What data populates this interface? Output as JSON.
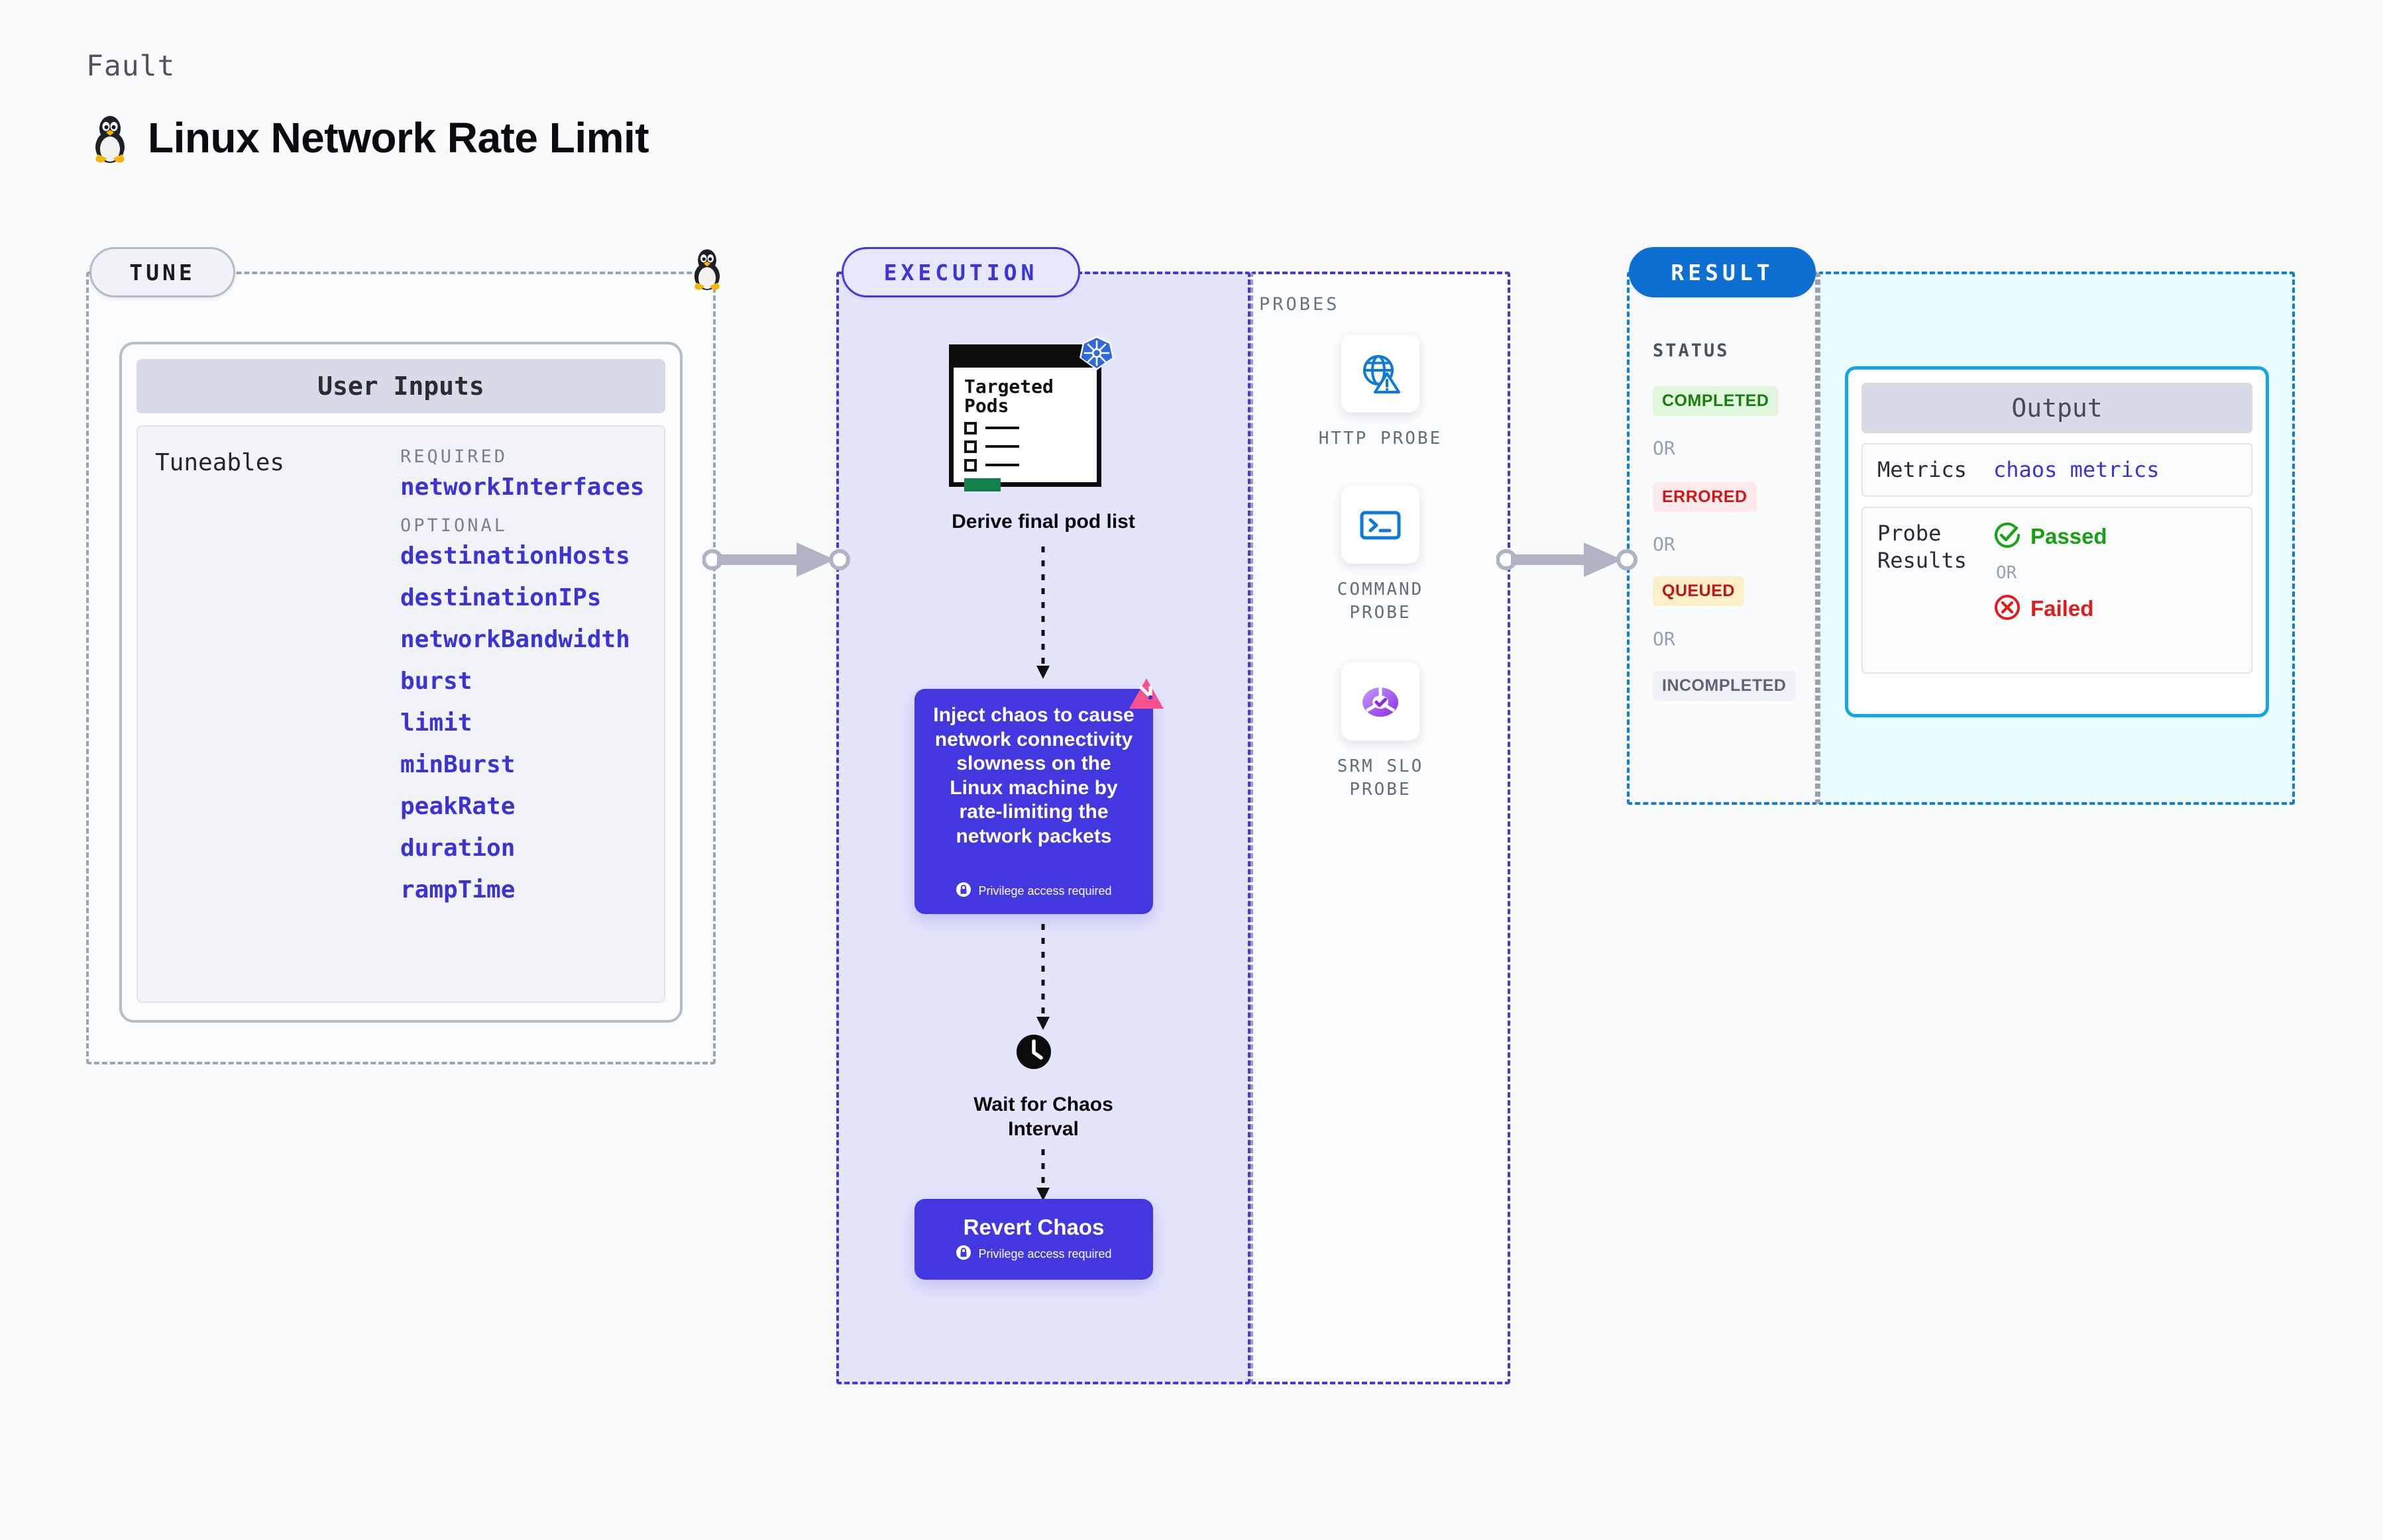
{
  "header": {
    "eyebrow": "Fault",
    "title": "Linux Network Rate Limit",
    "icon": "linux-tux-icon"
  },
  "sections": {
    "tune": {
      "pill_label": "TUNE"
    },
    "execution": {
      "pill_label": "EXECUTION"
    },
    "probes": {
      "label": "PROBES"
    },
    "result": {
      "pill_label": "RESULT"
    }
  },
  "tune": {
    "card_title": "User Inputs",
    "tuneables_label": "Tuneables",
    "required_label": "REQUIRED",
    "required": [
      "networkInterfaces"
    ],
    "optional_label": "OPTIONAL",
    "optional": [
      "destinationHosts",
      "destinationIPs",
      "networkBandwidth",
      "burst",
      "limit",
      "minBurst",
      "peakRate",
      "duration",
      "rampTime"
    ]
  },
  "execution": {
    "pods_card": {
      "title_line1": "Targeted",
      "title_line2": "Pods",
      "badge_icon": "kubernetes-helm-icon"
    },
    "derive_caption": "Derive final pod list",
    "chaos_step": {
      "text": "Inject chaos to cause network connectivity slowness on the Linux machine by rate-limiting the network packets",
      "privilege_note": "Privilege access required",
      "privilege_icon": "lock-icon",
      "corner_icon": "litmus-icon"
    },
    "wait_step": {
      "caption_line1": "Wait for Chaos",
      "caption_line2": "Interval",
      "icon": "clock-icon"
    },
    "revert_step": {
      "title": "Revert Chaos",
      "privilege_note": "Privilege access required",
      "privilege_icon": "lock-icon"
    }
  },
  "probes": [
    {
      "icon": "globe-warning-icon",
      "label": "HTTP PROBE"
    },
    {
      "icon": "terminal-prompt-icon",
      "label": "COMMAND\nPROBE"
    },
    {
      "icon": "srm-slo-donut-icon",
      "label": "SRM SLO\nPROBE"
    }
  ],
  "result": {
    "status_label": "STATUS",
    "or_label": "OR",
    "statuses": [
      {
        "label": "COMPLETED",
        "fg": "#1a7d12",
        "bg": "#e1f7dd"
      },
      {
        "label": "ERRORED",
        "fg": "#d01616",
        "bg": "#fdeaea"
      },
      {
        "label": "QUEUED",
        "fg": "#c01515",
        "bg": "#fdf0c8"
      },
      {
        "label": "INCOMPLETED",
        "fg": "#5e6475",
        "bg": "#f0f1f6"
      }
    ],
    "output": {
      "title": "Output",
      "metrics_key": "Metrics",
      "metrics_value": "chaos metrics",
      "probe_results_key_line1": "Probe",
      "probe_results_key_line2": "Results",
      "passed_label": "Passed",
      "passed_icon": "check-circle-icon",
      "or_label": "OR",
      "failed_label": "Failed",
      "failed_icon": "x-circle-icon"
    }
  },
  "colors": {
    "accent_purple": "#4338e0",
    "accent_blue": "#0c6fd1",
    "accent_cyan": "#11a7e8",
    "page_bg": "#f8fafc"
  }
}
